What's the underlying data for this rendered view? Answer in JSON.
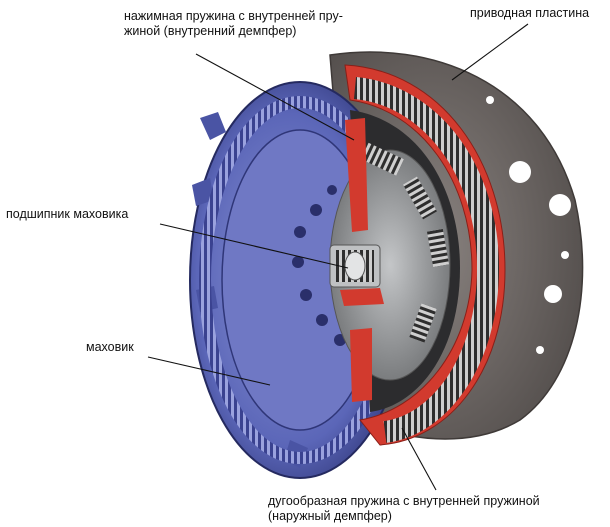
{
  "labels": {
    "pressure_spring": "нажимная пружина с внутренней пру-\nжиной (внутренний демпфер)",
    "drive_plate": "приводная пластина",
    "flywheel_bearing": "подшипник маховика",
    "flywheel": "маховик",
    "arc_spring": "дугообразная пружина с внутренней пружиной\n(наружный демпфер)"
  },
  "colors": {
    "flywheel_blue": "#5b66b8",
    "flywheel_light": "#8e97d6",
    "flywheel_dark": "#2f3678",
    "drive_plate": "#7a7370",
    "drive_plate_dark": "#4f4a48",
    "section_red": "#d23a2e",
    "spring_dark": "#3a3a3a",
    "steel": "#9a9c9e",
    "leader": "#111111"
  }
}
